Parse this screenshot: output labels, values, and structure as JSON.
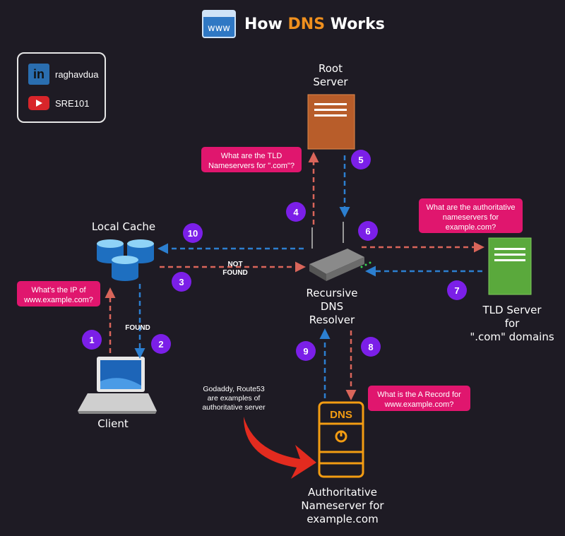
{
  "title": {
    "prefix": "How ",
    "highlight": "DNS",
    "suffix": " Works",
    "icon_text": "www"
  },
  "social": {
    "linkedin": "raghavdua",
    "youtube": "SRE101",
    "linkedin_glyph": "in"
  },
  "nodes": {
    "root_server": "Root\nServer",
    "local_cache": "Local Cache",
    "client": "Client",
    "resolver": "Recursive\nDNS\nResolver",
    "tld_server": "TLD Server\nfor\n\".com\" domains",
    "authoritative": "Authoritative\nNameserver for\nexample.com",
    "dns_box_label": "DNS"
  },
  "callouts": {
    "tld_question": "What are the TLD\nNameservers for \".com\"?",
    "auth_question": "What are the authoritative\nnameservers for\nexample.com?",
    "ip_question": "What's the IP of\nwww.example.com?",
    "a_record_question": "What is the A Record for\nwww.example.com?"
  },
  "edge_labels": {
    "not_found": "NOT\nFOUND",
    "found": "FOUND"
  },
  "note": "Godaddy, Route53\nare examples of\nauthoritative server",
  "steps": [
    "1",
    "2",
    "3",
    "4",
    "5",
    "6",
    "7",
    "8",
    "9",
    "10"
  ],
  "colors": {
    "request_arrow": "#d9655a",
    "response_arrow": "#2c7fd0",
    "callout": "#e0166e",
    "step": "#7b1fe8",
    "accent": "#f0901e"
  }
}
